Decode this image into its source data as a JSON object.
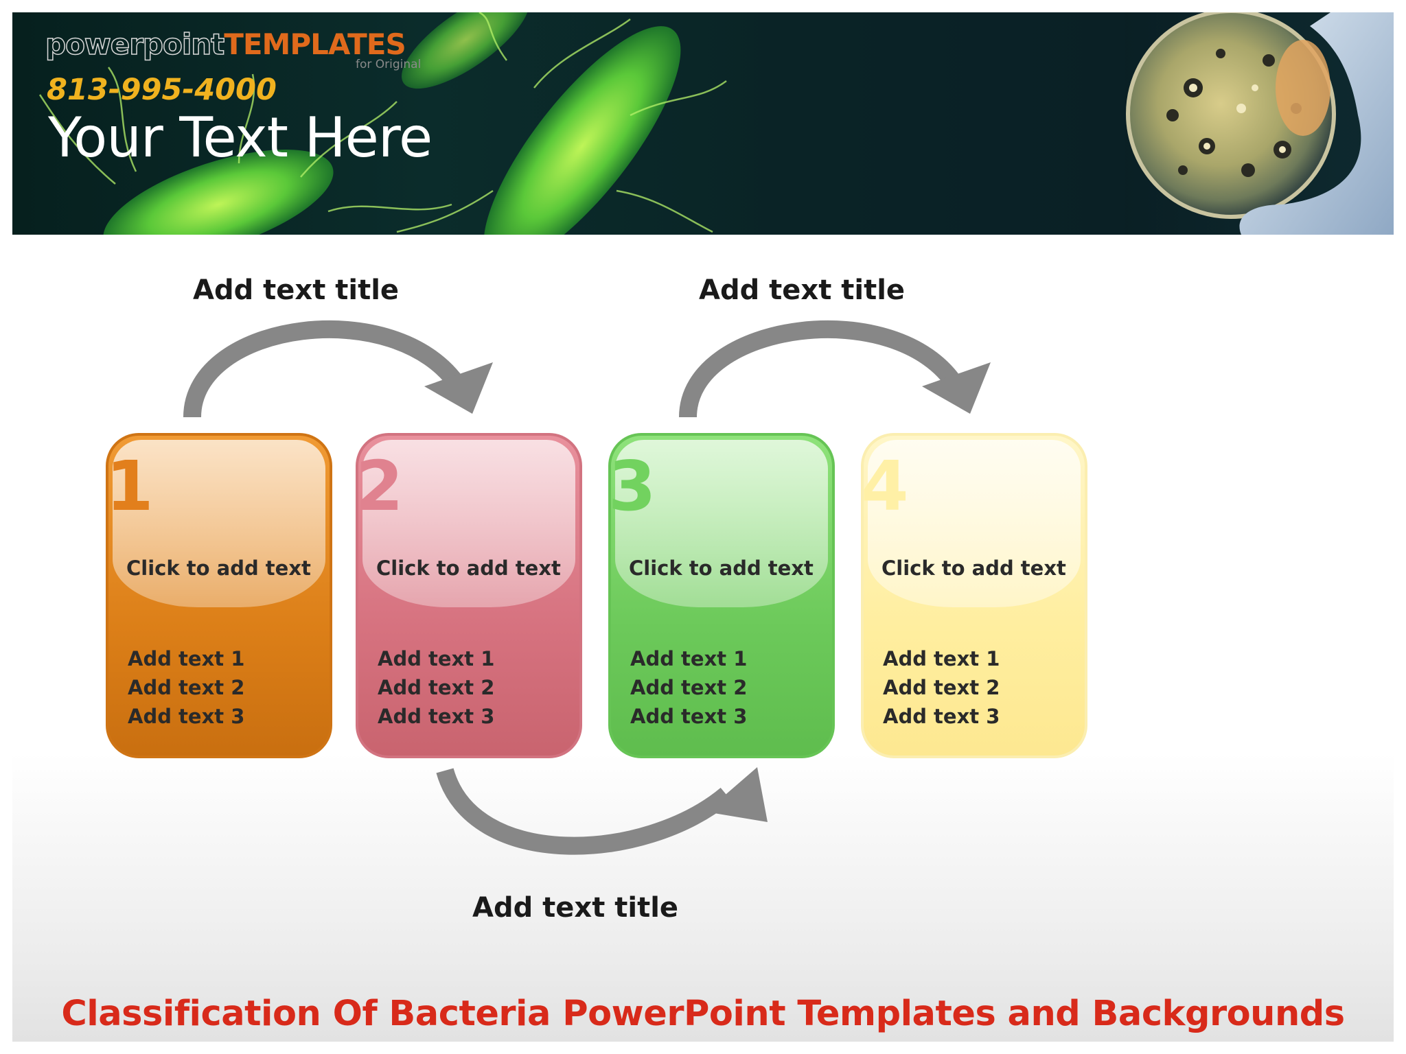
{
  "banner": {
    "brand_part1": "powerpoint",
    "brand_part2": "Templates",
    "brand_sub": "for Original",
    "phone": "813-995-4000",
    "title": "Your Text Here"
  },
  "diagram": {
    "arrow_titles": [
      "Add text title",
      "Add text title",
      "Add text title"
    ],
    "cards": [
      {
        "number": "1",
        "heading": "Click to add text",
        "lines": [
          "Add text 1",
          "Add text 2",
          "Add text 3"
        ],
        "color": "#dc7f18"
      },
      {
        "number": "2",
        "heading": "Click to add text",
        "lines": [
          "Add text 1",
          "Add text 2",
          "Add text 3"
        ],
        "color": "#d6727f"
      },
      {
        "number": "3",
        "heading": "Click to add text",
        "lines": [
          "Add text 1",
          "Add text 2",
          "Add text 3"
        ],
        "color": "#6cc95a"
      },
      {
        "number": "4",
        "heading": "Click to add text",
        "lines": [
          "Add text 1",
          "Add text 2",
          "Add text 3"
        ],
        "color": "#ffee9f"
      }
    ],
    "arrow_color": "#878787"
  },
  "footer": {
    "title": "Classification Of Bacteria PowerPoint Templates and Backgrounds",
    "color": "#d82a1a"
  }
}
